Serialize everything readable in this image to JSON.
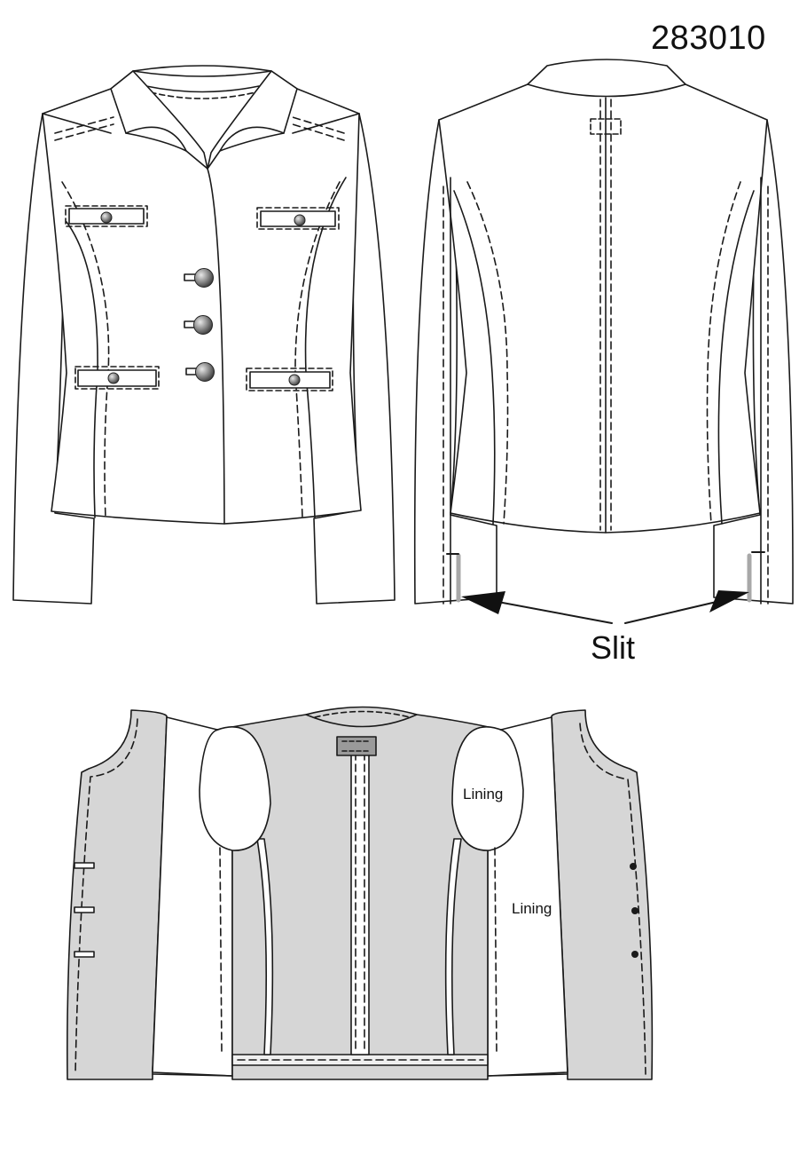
{
  "pattern_number": "283010",
  "labels": {
    "slit": "Slit",
    "lining_sleeve": "Lining",
    "lining_body": "Lining"
  },
  "colors": {
    "line": "#1a1a1a",
    "fabric_inside": "#d6d6d6",
    "button": "#7a7a7a",
    "slit_mark": "#a8a8a8",
    "background": "#ffffff"
  },
  "views": [
    "front",
    "back",
    "inside"
  ],
  "front": {
    "button_count": 3,
    "tab_count": 4
  },
  "inside": {
    "buttonhole_count": 3,
    "button_count": 3
  }
}
